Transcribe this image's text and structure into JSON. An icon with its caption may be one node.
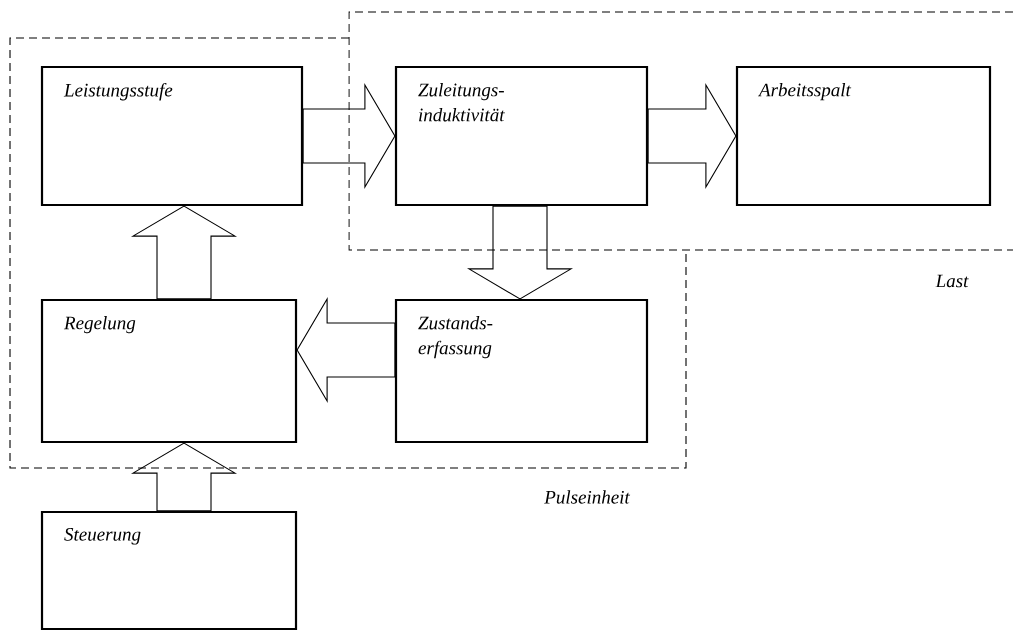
{
  "diagram": {
    "nodes": [
      {
        "text": [
          "Pulseinheit"
        ]
      },
      {
        "text": [
          "Leistungsstufe"
        ],
        "in": 0
      },
      {
        "text": [
          "Last"
        ]
      },
      {
        "text": [
          "Zuleitungs- induktivität"
        ]
      },
      {
        "text": [
          "Arbeitsspalt"
        ],
        "in": 2
      },
      {
        "text": [
          "Regelung"
        ],
        "in": 0
      },
      {
        "text": [
          "Zustands- erfassung"
        ],
        "in": 0
      },
      {
        "text": [
          "Steuerung"
        ]
      }
    ],
    "edges": [
      {
        "from": 1,
        "to": 3,
        "arrow": "to"
      },
      {
        "from": 3,
        "to": 4,
        "arrow": "to"
      },
      {
        "from": 3,
        "to": 6,
        "arrow": "to"
      },
      {
        "from": 6,
        "to": 5,
        "arrow": "to"
      },
      {
        "from": 5,
        "to": 1,
        "arrow": "to"
      },
      {
        "from": 7,
        "to": 5,
        "arrow": "to"
      }
    ]
  }
}
